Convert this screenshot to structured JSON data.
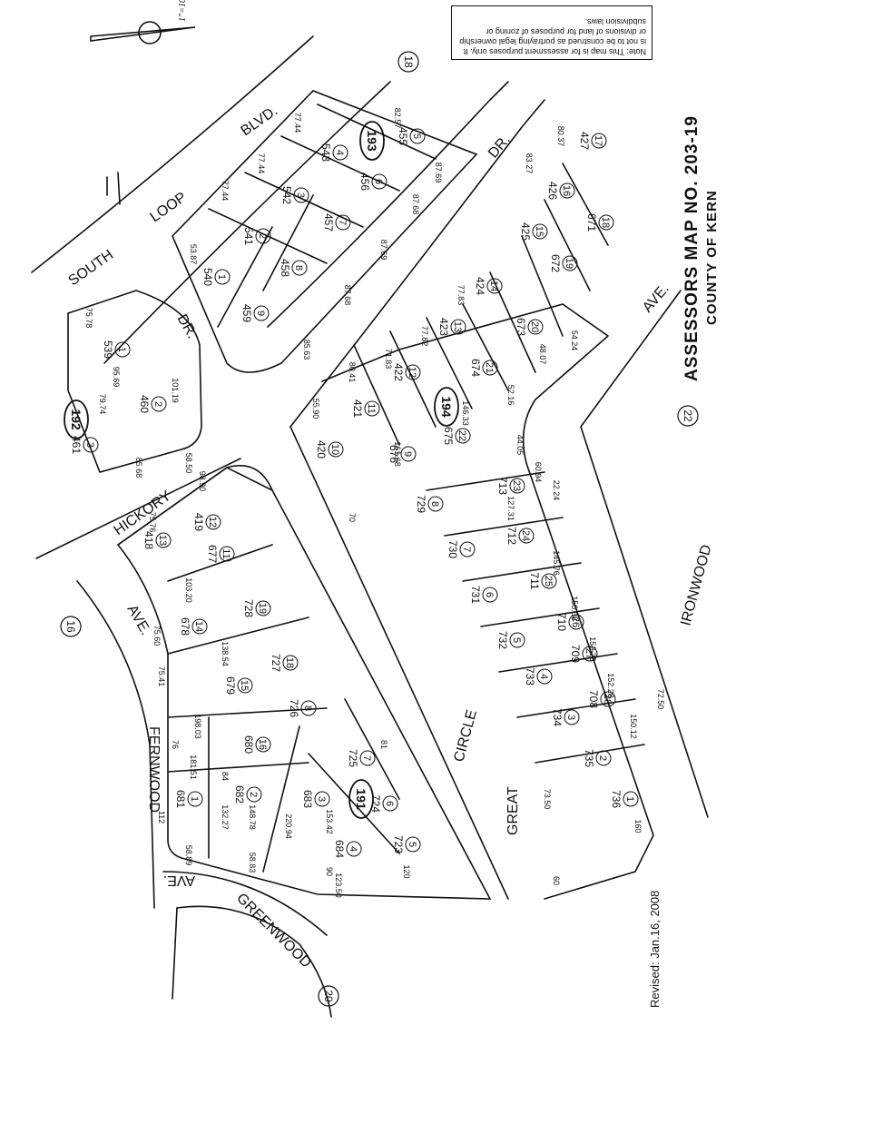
{
  "title": {
    "line1": "ASSESSORS MAP NO. 203-19",
    "line2": "COUNTY OF KERN"
  },
  "note": "Note: This map is for assessment purposes only. It is not to be construed as portraying legal ownership or divisions of land for purposes of zoning or subdivision laws.",
  "revised": "Revised: Jan.16, 2008",
  "scale": "1\"=100'",
  "streets": {
    "south": "SOUTH",
    "loop": "LOOP",
    "blvd": "BLVD.",
    "dr_top": "DR.",
    "dr_left": "DR.",
    "hickory": "HICKORY",
    "ave_left": "AVE.",
    "ave_right": "AVE.",
    "fernwood": "FERNWOOD",
    "greenwood": "GREENWOOD",
    "ave_bottom": "AVE.",
    "great": "GREAT",
    "circle": "CIRCLE",
    "ironwood": "IRONWOOD"
  },
  "adjacent_pages": {
    "p18": "18",
    "p16": "16",
    "p20": "20",
    "p22": "22"
  },
  "blocks": {
    "b192": "192",
    "b193": "193",
    "b194": "194",
    "b191": "191"
  },
  "lots_block_192": [
    {
      "n": "1",
      "apn": "539"
    },
    {
      "n": "2",
      "apn": "460"
    },
    {
      "n": "3",
      "apn": "461"
    }
  ],
  "lots_block_193": [
    {
      "n": "1",
      "apn": "540"
    },
    {
      "n": "2",
      "apn": "541"
    },
    {
      "n": "3",
      "apn": "542"
    },
    {
      "n": "4",
      "apn": "543"
    },
    {
      "n": "5",
      "apn": "455"
    },
    {
      "n": "6",
      "apn": "456"
    },
    {
      "n": "7",
      "apn": "457"
    },
    {
      "n": "8",
      "apn": "458"
    },
    {
      "n": "9",
      "apn": "459"
    }
  ],
  "lots_block_194": [
    {
      "n": "10",
      "apn": "420"
    },
    {
      "n": "11",
      "apn": "421"
    },
    {
      "n": "12",
      "apn": "422"
    },
    {
      "n": "13",
      "apn": "423"
    },
    {
      "n": "14",
      "apn": "424"
    },
    {
      "n": "15",
      "apn": "425"
    },
    {
      "n": "16",
      "apn": "426"
    },
    {
      "n": "17",
      "apn": "427"
    },
    {
      "n": "18",
      "apn": "671"
    },
    {
      "n": "19",
      "apn": "672"
    },
    {
      "n": "20",
      "apn": "673"
    },
    {
      "n": "21",
      "apn": "674"
    },
    {
      "n": "22",
      "apn": "675"
    },
    {
      "n": "9",
      "apn": "676"
    }
  ],
  "lots_great_circle": [
    {
      "n": "8",
      "apn": "729"
    },
    {
      "n": "7",
      "apn": "730"
    },
    {
      "n": "6",
      "apn": "731"
    },
    {
      "n": "5",
      "apn": "732"
    },
    {
      "n": "4",
      "apn": "733"
    },
    {
      "n": "3",
      "apn": "734"
    },
    {
      "n": "2",
      "apn": "735"
    },
    {
      "n": "1",
      "apn": "736"
    },
    {
      "n": "23",
      "apn": "713"
    },
    {
      "n": "24",
      "apn": "712"
    },
    {
      "n": "25",
      "apn": "711"
    },
    {
      "n": "26",
      "apn": "710"
    },
    {
      "n": "27",
      "apn": "709"
    },
    {
      "n": "28",
      "apn": "708"
    }
  ],
  "lots_block_191": [
    {
      "n": "13",
      "apn": "418"
    },
    {
      "n": "12",
      "apn": "419"
    },
    {
      "n": "11",
      "apn": "677"
    },
    {
      "n": "14",
      "apn": "678"
    },
    {
      "n": "19",
      "apn": "728"
    },
    {
      "n": "15",
      "apn": "679"
    },
    {
      "n": "18",
      "apn": "727"
    },
    {
      "n": "16",
      "apn": "680"
    },
    {
      "n": "8",
      "apn": "726"
    },
    {
      "n": "1",
      "apn": "681"
    },
    {
      "n": "2",
      "apn": "682"
    },
    {
      "n": "3",
      "apn": "683"
    },
    {
      "n": "7",
      "apn": "725"
    },
    {
      "n": "4",
      "apn": "684"
    },
    {
      "n": "6",
      "apn": "724"
    },
    {
      "n": "5",
      "apn": "723"
    }
  ],
  "dimensions": {
    "d1": "75.78",
    "d2": "95.69",
    "d3": "79.74",
    "d4": "101.19",
    "d5": "58.50",
    "d6": "85.68",
    "d7": "53.87",
    "d8": "77.44",
    "d9": "77.44",
    "d10": "77.44",
    "d11": "82.57",
    "d12": "85.63",
    "d13": "87.68",
    "d14": "87.69",
    "d15": "87.68",
    "d16": "87.69",
    "d17": "55.90",
    "d18": "80.41",
    "d19": "71.83",
    "d20": "77.82",
    "d21": "77.83",
    "d22": "83.27",
    "d23": "80.37",
    "d24": "161.68",
    "d25": "98.90",
    "d26": "75.76",
    "d27": "103.20",
    "d28": "75.60",
    "d29": "75.41",
    "d30": "138.54",
    "d31": "198.03",
    "d32": "181.51",
    "d33": "132.27",
    "d34": "148.78",
    "d35": "58.89",
    "d36": "58.83",
    "d37": "123.50",
    "d38": "127.31",
    "d39": "145.76",
    "d40": "150.08",
    "d41": "152.23",
    "d42": "152.28",
    "d43": "150.12",
    "d44": "73.50",
    "d45": "120",
    "d46": "160",
    "d47": "60",
    "d48": "90",
    "d49": "72.50",
    "d50": "220.94",
    "d51": "153.42",
    "d52": "112",
    "d53": "76",
    "d54": "84",
    "d55": "81",
    "d56": "70",
    "d57": "44.05",
    "d58": "52.16",
    "d59": "48.07",
    "d60": "54.24",
    "d61": "146.33",
    "d62": "60.94",
    "d63": "22.24"
  }
}
